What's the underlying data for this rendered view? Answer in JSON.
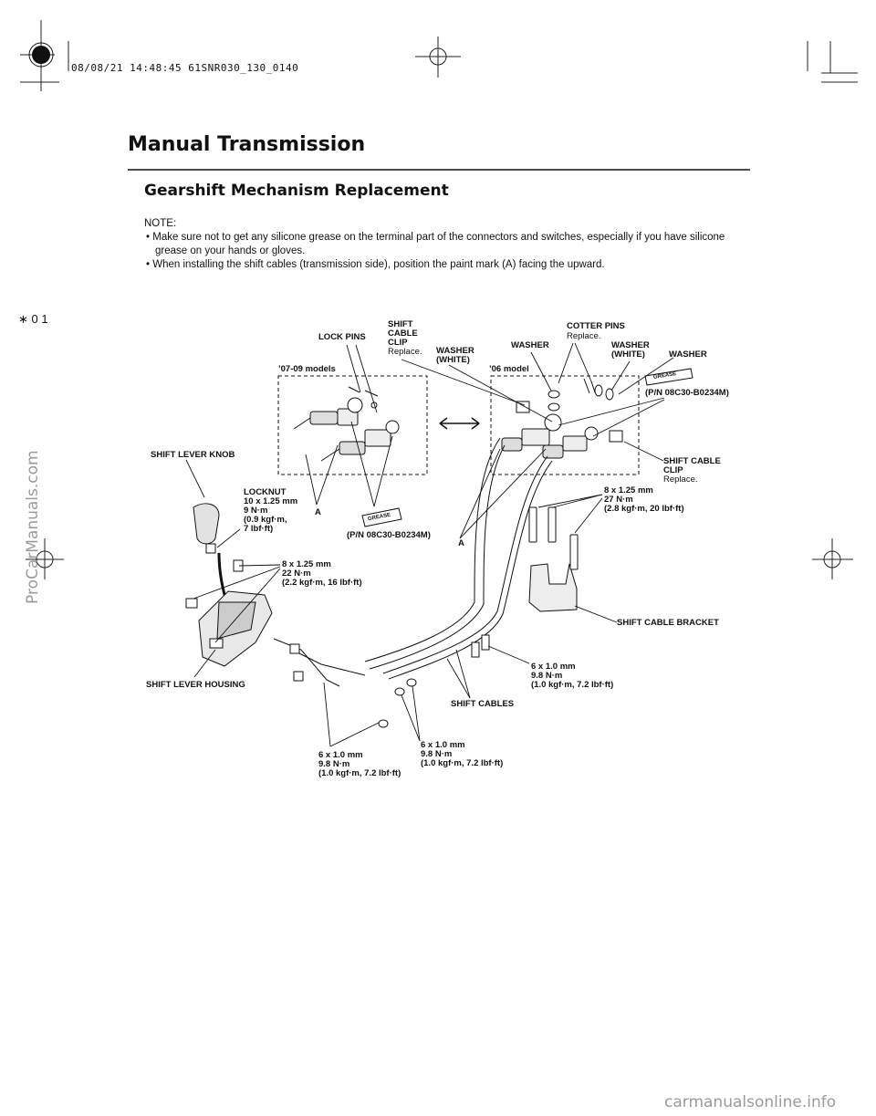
{
  "page": {
    "stamp": "08/08/21 14:48:45 61SNR030_130_0140",
    "title": "Manual Transmission",
    "section_title": "Gearshift Mechanism Replacement",
    "margin_mark": "∗ 0 1",
    "side_watermark": "ProCarManuals.com",
    "footer_watermark": "carmanualsonline.info"
  },
  "note": {
    "heading": "NOTE:",
    "items": [
      "Make sure not to get any silicone grease on the terminal part of the connectors and switches, especially if you have silicone grease on your hands or gloves.",
      "When installing the shift cables (transmission side), position the paint mark (A) facing the upward."
    ]
  },
  "labels": {
    "lock_pins": "LOCK PINS",
    "shift_cable_clip_top": "SHIFT\nCABLE\nCLIP",
    "replace_1": "Replace.",
    "washer_white_1": "WASHER\n(WHITE)",
    "washer_1": "WASHER",
    "cotter_pins": "COTTER PINS",
    "replace_2": "Replace.",
    "washer_white_2": "WASHER\n(WHITE)",
    "washer_2": "WASHER",
    "models_07_09": "’07-09 models",
    "model_06": "’06 model",
    "pn_right": "(P/N 08C30-B0234M)",
    "shift_lever_knob": "SHIFT LEVER KNOB",
    "shift_cable_clip_right": "SHIFT CABLE\nCLIP",
    "replace_3": "Replace.",
    "locknut": "LOCKNUT\n10 x 1.25 mm\n9 N·m\n(0.9 kgf·m,\n7 lbf·ft)",
    "a_left": "A",
    "pn_center": "(P/N 08C30-B0234M)",
    "a_center": "A",
    "bolt_8_right": "8 x 1.25 mm\n27 N·m\n(2.8 kgf·m, 20 lbf·ft)",
    "bolt_8_left": "8 x 1.25 mm\n22 N·m\n(2.2 kgf·m, 16 lbf·ft)",
    "shift_cable_bracket": "SHIFT CABLE BRACKET",
    "bolt_6_right": "6 x 1.0 mm\n9.8 N·m\n(1.0 kgf·m, 7.2 lbf·ft)",
    "shift_lever_housing": "SHIFT LEVER HOUSING",
    "shift_cables": "SHIFT CABLES",
    "bolt_6_center": "6 x 1.0 mm\n9.8 N·m\n(1.0 kgf·m, 7.2 lbf·ft)",
    "bolt_6_left": "6 x 1.0 mm\n9.8 N·m\n(1.0 kgf·m, 7.2 lbf·ft)",
    "grease": "GREASE"
  }
}
